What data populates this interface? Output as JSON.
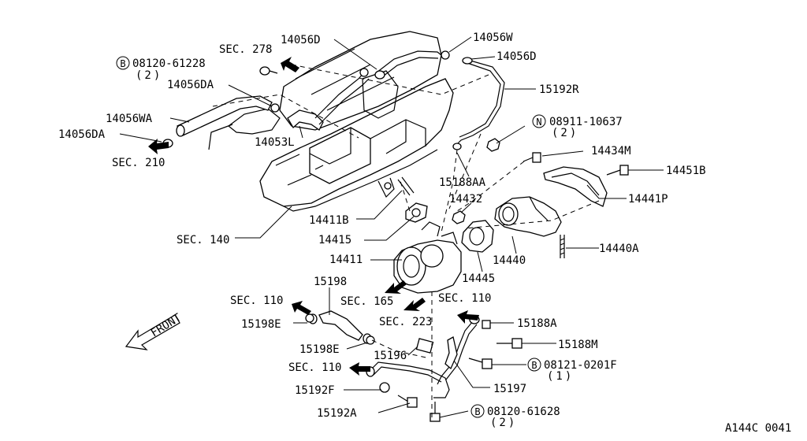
{
  "labels": {
    "l_14056D_top": "14056D",
    "l_sec278": "SEC. 278",
    "l_08120_61228": "08120-61228",
    "l_08120_61228_qty": "(2)",
    "l_14056DA_top": "14056DA",
    "l_14056WA": "14056WA",
    "l_14056DA_left": "14056DA",
    "l_sec210": "SEC. 210",
    "l_14053L": "14053L",
    "l_14056W": "14056W",
    "l_14056D_right": "14056D",
    "l_15192R": "15192R",
    "l_08911_10637": "08911-10637",
    "l_08911_qty": "(2)",
    "l_14434M": "14434M",
    "l_14451B": "14451B",
    "l_15188AA": "15188AA",
    "l_14441P": "14441P",
    "l_14432": "14432",
    "l_14411B": "14411B",
    "l_14415": "14415",
    "l_sec140": "SEC. 140",
    "l_14411": "14411",
    "l_14440": "14440",
    "l_14440A": "14440A",
    "l_14445": "14445",
    "l_15198": "15198",
    "l_sec110_left": "SEC. 110",
    "l_sec165": "SEC. 165",
    "l_sec110_mid": "SEC. 110",
    "l_15198E_top": "15198E",
    "l_sec223": "SEC. 223",
    "l_15188A": "15188A",
    "l_front": "FRONT",
    "l_15198E_bot": "15198E",
    "l_15196": "15196",
    "l_15188M": "15188M",
    "l_sec110_bot": "SEC. 110",
    "l_08121_0201F": "08121-0201F",
    "l_08121_qty": "(1)",
    "l_15192F": "15192F",
    "l_15197": "15197",
    "l_15192A": "15192A",
    "l_08120_61628": "08120-61628",
    "l_08120_61628_qty": "(2)",
    "l_code": "A144C 0041"
  },
  "badges": {
    "b1": "B",
    "b2": "N",
    "b3": "B",
    "b4": "B"
  }
}
